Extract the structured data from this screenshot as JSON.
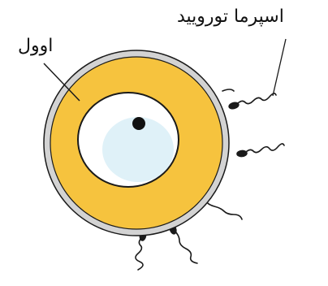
{
  "labels": {
    "ovum": "اوول",
    "sperm": "اسپرما توروييد"
  },
  "colors": {
    "outer_ring": "#c9c9c9",
    "cytoplasm": "#f6c33e",
    "nucleus_fill": "#dff1f8",
    "nucleolus": "#111111",
    "outline": "#1a1a1a"
  },
  "sperm_count": 6
}
